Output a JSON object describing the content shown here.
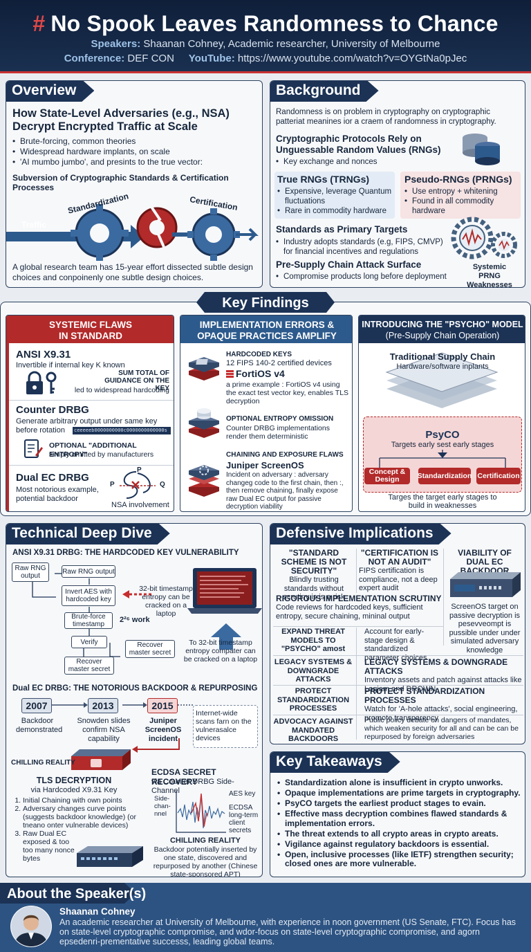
{
  "header": {
    "title": "No Spook Leaves Randomness to Chance",
    "hash": "#",
    "speakers_label": "Speakers:",
    "speakers_value": "Shaanan Cohney, Academic researcher, University of Melbourne",
    "conference_label": "Conference:",
    "conference_value": "DEF CON",
    "youtube_label": "YouTube:",
    "youtube_value": "https://www.youtube.com/watch?v=OYGtNa0pJec"
  },
  "overview": {
    "title": "Overview",
    "heading": "How State-Level Adversaries (e.g., NSA) Decrypt Encrypted Traffic at Scale",
    "bullets": [
      "Brute-forcing, common theories",
      "Widespread hardware implants, on scale",
      "'AI mumbo jumbo', and presints to the true vector:"
    ],
    "subheading": "Subversion of Cryptographic Standards & Certification Processes",
    "gear_labels": [
      "Standardization",
      "Certification"
    ],
    "traffic_label": "Traffic",
    "footer": "A global research team has 15-year effort dissected subtle design choices and conpoinenly one subtle design choices."
  },
  "background": {
    "title": "Background",
    "intro": "Randomness is on problem in cryptography on cryptographic patteriat meanines ior a craem of randomness in cryptography.",
    "rely_heading": "Cryptographic Protocols Rely on Unguessable Random Values (RNGs)",
    "rely_bullet": "Key exchange and nonces",
    "trng_title": "True RNGs (TRNGs)",
    "trng_bullets": [
      "Expensive, leverage Quantum fluctuations",
      "Rare in commodity hardware"
    ],
    "prng_title": "Pseudo-RNGs (PRNGs)",
    "prng_bullets": [
      "Use entropy + whitening",
      "Found in all commodity hardware"
    ],
    "standards_heading": "Standards as Primary Targets",
    "standards_bullet": "Industry adopts standards (e.g, FIPS, CMVP) for financial incentives and regulations",
    "supply_heading": "Pre-Supply Chain Attack Surface",
    "supply_bullet": "Compromise products long before deployment",
    "systemic_label": "Systemic PRNG Weaknesses"
  },
  "key_findings": {
    "title": "Key Findings",
    "col1": {
      "header": "SYSTEMIC FLAWS IN STANDARD PRNGs",
      "ansi_title": "ANSI X9.31",
      "ansi_text": "Invertible if internal key K known",
      "ansi_note": "SUM TOTAL OF GUIDANCE ON THE KEY",
      "ansi_note2": "led to widespread hardcoding",
      "ctr_title": "Counter DRBG",
      "ctr_text": "Generate arbitrary output under same key before rotation",
      "ctr_hex": "ceeeeeb0000000000c0000000000000s",
      "ctr_note": "OPTIONAL \"ADDITIONAL ENTROPY\"",
      "ctr_note2": "simply omitted by manufacturers",
      "dual_title": "Dual EC DRBG",
      "dual_text": "Most notorious example, potential backdoor",
      "dual_p": "P",
      "dual_p2": "P",
      "dual_q": "Q",
      "dual_nsa": "NSA involvement"
    },
    "col2": {
      "header": "IMPLEMENTATION ERRORS & OPAQUE PRACTICES AMPLIFY FLAWS",
      "hk_title": "HARDCODED KEYS",
      "hk_line": "12 FIPS 140-2 certified devices",
      "forti_title": "FortiOS v4",
      "forti_text": "a prime example : FortiOS v4 using the exact test vector key, enables TLS decryption",
      "opt_title": "OPTIONAL ENTROPY OMISSION",
      "opt_text": "Counter DRBG implementations render them deterministic",
      "chain_title": "CHAINING AND EXPOSURE FLAWS",
      "juniper_title": "Juniper ScreenOS",
      "juniper_text": "Incident on adversary : adversary changeg code to the first chain, then :, then remove chaining, finally expose raw Dual EC output for passive decryption viability"
    },
    "col3": {
      "header": "INTRODUCING THE \"PSYCHO\" MODEL",
      "subheader": "(Pre-Supply Chain Operation)",
      "trad_title": "Traditional Supply Chain",
      "trad_sub": "Hardware/software inplants",
      "psyco_title": "PsyCO",
      "psyco_sub": "Targets early sest early stages",
      "stages": [
        "Concept & Design",
        "Standardization",
        "Certification"
      ],
      "footer": "Targes the target early stages to build in weaknesses"
    }
  },
  "deep_dive": {
    "title": "Technical Deep Dive",
    "ansi_heading": "ANSI X9.31 DRBG: THE HARDCODED KEY VULNERABILITY",
    "flow": {
      "raw1": "Raw RNG output",
      "raw2": "Raw RNG output",
      "invert": "Invert AES with hardcoded key",
      "brute": "Brute-force timestamp",
      "verify": "Verify",
      "recover1": "Recover master secret",
      "recover2": "Recover master secret",
      "work": "2²⁶ work",
      "ts_note": "32-bit timestamp entropy can be cracked on a laptop",
      "ts_note2": "To 32-bit timestamp entropy compater can be cracked on a laptop"
    },
    "dual_heading": "Dual EC DRBG: THE NOTORIOUS BACKDOOR & REPURPOSING",
    "timeline": [
      {
        "year": "2007",
        "label": "Backdoor demonstrated"
      },
      {
        "year": "2013",
        "label": "Snowden slides confirm NSA capability"
      },
      {
        "year": "2015",
        "label": "Juniper ScreenOS incident"
      }
    ],
    "internet_note": "Internet-wide scans farn on the vulnerasalce devices",
    "chilling1": "CHILLING REALITY",
    "tls_title": "TLS DECRYPTION",
    "tls_sub": "via Hardcoded X9.31 Key",
    "tls_steps": [
      "Initial Chaining with own points",
      "Adversary changes curve points (suggests backdoor knowledge) (or tneano onter vulnerable devices)",
      "Raw Dual EC exposed & too too many nonce bytes"
    ],
    "ecdsa_title": "ECDSA SECRET RECOVERY",
    "ecdsa_sub": "via Counter DRBG Side-Channel",
    "ecdsa_side": "Side-chan-nnel",
    "ecdsa_aes": "AES key",
    "ecdsa_lt": "ECDSA long-term client secrets",
    "chilling2": "CHILLING REALITY",
    "chilling2_text": "Backdoor potentially inserted by one state, discovered and repurposed by another (Chinese state-sponsored APT)"
  },
  "defensive": {
    "title": "Defensive Implications",
    "c1_title": "\"STANDARD SCHEME IS NOT SECURITY\"",
    "c1_text": "Blindly trusting standards without scrutiny is is a risk",
    "c2_title": "\"CERTIFICATION IS NOT AN AUDIT\"",
    "c2_text": "FIPS certification is compliance, not a deep expert audit",
    "c3_title": "VIABILITY OF DUAL EC BACKDOOR",
    "c3_text": "ScreenOS target on passive decryption is pesevveompt is pussible under under simulated adversary knowledge",
    "rig_title": "RIGOROUS IMPLEMENTATION SCRUTINY",
    "rig_text": "Code reviews for hardcoded keys, sufficient entropy, secure chaining, mininal output",
    "rows": [
      {
        "left": "EXPAND THREAT MODELS TO \"PSYCHO\" amost",
        "right": "Account for early-stage design & standardized parameter choices"
      },
      {
        "left": "LEGACY SYSTEMS & DOWNGRADE ATTACKS",
        "right_title": "LEGACY SYSTEMS & DOWNGRADE ATTACKS",
        "right": "Inventory assets and patch against attacks like Logjam and DROWN"
      },
      {
        "left": "PROTECT STANDARDIZATION PROCESSES",
        "right_title": "PROTECT STANDARDIZATION PROCESSES",
        "right": "Watch for 'A-hole attacks', social engineering, promote transparency"
      },
      {
        "left": "ADVOCACY AGAINST MANDATED BACKDOORS",
        "right": "Public policy debate on dangers of mandates, which weaken security for all and can be can be repurposed by foreign adversaries"
      }
    ]
  },
  "takeaways": {
    "title": "Key Takeaways",
    "items": [
      "Standardization alone is insufficient in crypto unworks.",
      "Opaque implementations are prime targets in cryptography.",
      "PsyCO targets the earliest product stages to evain.",
      "Effective mass decryption combines flawed standards & implementation errors.",
      "The threat extends to all crypto areas in crypto areats.",
      "Vigilance against regulatory backdoors is essential.",
      "Open, inclusive processes (like IETF) strengthen security; closed ones are more vulnerable."
    ]
  },
  "speaker": {
    "title": "About the Speaker(s)",
    "name": "Shaanan Cohney",
    "bio": "An academic researcher at University of Melbourne, with experience in noon government (US Senate, FTC). Focus has on state-level cryptographic compromise, and wdor-focus on state-level cryptographic compromise, and agorn epsedenri-prementative successs, leading global teams."
  },
  "colors": {
    "navy": "#1c3356",
    "red": "#b22a2a",
    "steel": "#2d5a8c"
  }
}
